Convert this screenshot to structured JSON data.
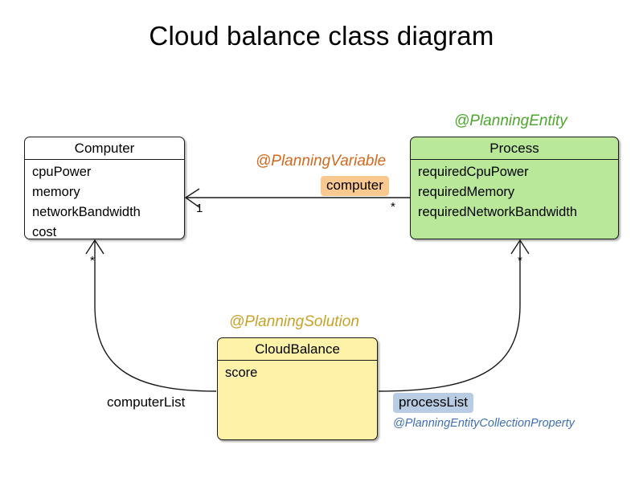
{
  "diagram": {
    "title": "Cloud balance class diagram",
    "type": "uml-class-diagram"
  },
  "classes": [
    {
      "id": "computer",
      "name": "Computer",
      "fill_color": "#ffffff",
      "attributes": [
        "cpuPower",
        "memory",
        "networkBandwidth",
        "cost"
      ]
    },
    {
      "id": "process",
      "name": "Process",
      "fill_color": "#b8e898",
      "attributes": [
        "requiredCpuPower",
        "requiredMemory",
        "requiredNetworkBandwidth"
      ]
    },
    {
      "id": "cloudbalance",
      "name": "CloudBalance",
      "fill_color": "#fdf2a8",
      "attributes": [
        "score"
      ]
    }
  ],
  "annotations": {
    "planning_entity": {
      "text": "@PlanningEntity",
      "color": "#4ea72e"
    },
    "planning_variable": {
      "text": "@PlanningVariable",
      "color": "#d2691e"
    },
    "planning_solution": {
      "text": "@PlanningSolution",
      "color": "#c9a227"
    },
    "planning_entity_collection_property": {
      "text": "@PlanningEntityCollectionProperty",
      "color": "#3f6fb5"
    }
  },
  "relationships": [
    {
      "id": "process-to-computer",
      "role_label": "computer",
      "role_label_bg": "#fac990",
      "source_multiplicity": "*",
      "target_multiplicity": "1"
    },
    {
      "id": "cloudbalance-to-computer",
      "role_label": "computerList",
      "role_label_bg": "none",
      "target_multiplicity": "*"
    },
    {
      "id": "cloudbalance-to-process",
      "role_label": "processList",
      "role_label_bg": "#b8cce4",
      "target_multiplicity": "*"
    }
  ]
}
